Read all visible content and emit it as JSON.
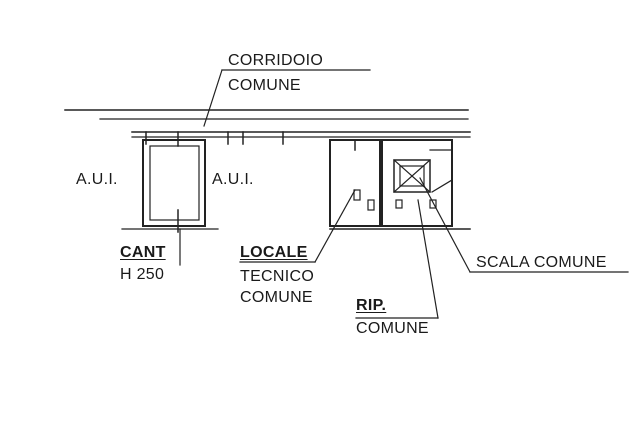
{
  "labels": {
    "corridoio_line1": "CORRIDOIO",
    "corridoio_line2": "COMUNE",
    "aui_left": "A.U.I.",
    "aui_right": "A.U.I.",
    "cant": "CANT",
    "cant_height": "H 250",
    "locale": "LOCALE",
    "locale_line2": "TECNICO",
    "locale_line3": "COMUNE",
    "rip": "RIP.",
    "rip_line2": "COMUNE",
    "scala": "SCALA COMUNE"
  }
}
